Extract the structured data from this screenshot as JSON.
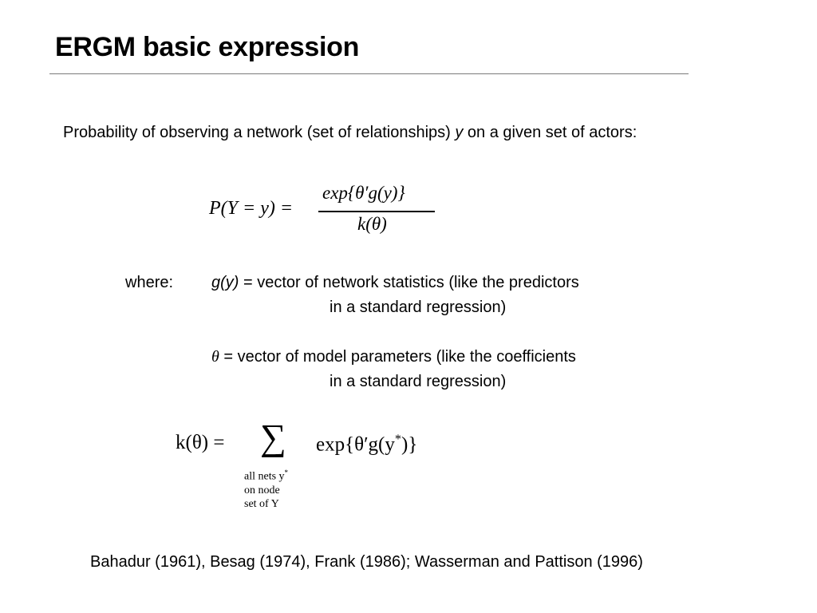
{
  "slide": {
    "title": "ERGM basic expression",
    "intro_text": "Probability of observing a network (set of relationships)",
    "intro_var": "y",
    "intro_tail": "on a given set of actors:",
    "formula1": {
      "lhs": "P(Y = y) =",
      "numerator": "exp{θ′g(y)}",
      "denominator": "k(θ)"
    },
    "where_label": "where:",
    "def1": {
      "term": "g(y)",
      "line1": " = vector of network statistics (like the predictors",
      "line2": "in a standard regression)"
    },
    "def2": {
      "term": "θ",
      "line1": " = vector of model parameters (like the coefficients",
      "line2": "in a standard regression)"
    },
    "formula2": {
      "lhs": "k(θ) =",
      "sum_symbol": "∑",
      "rhs_prefix": "exp{θ′g(y",
      "rhs_sup": "*",
      "rhs_suffix": ")}",
      "sub_line1_prefix": "all nets y",
      "sub_line1_sup": "*",
      "sub_line2": "on node",
      "sub_line3": "set of Y"
    },
    "references": "Bahadur (1961), Besag (1974), Frank (1986); Wasserman and Pattison (1996)"
  }
}
